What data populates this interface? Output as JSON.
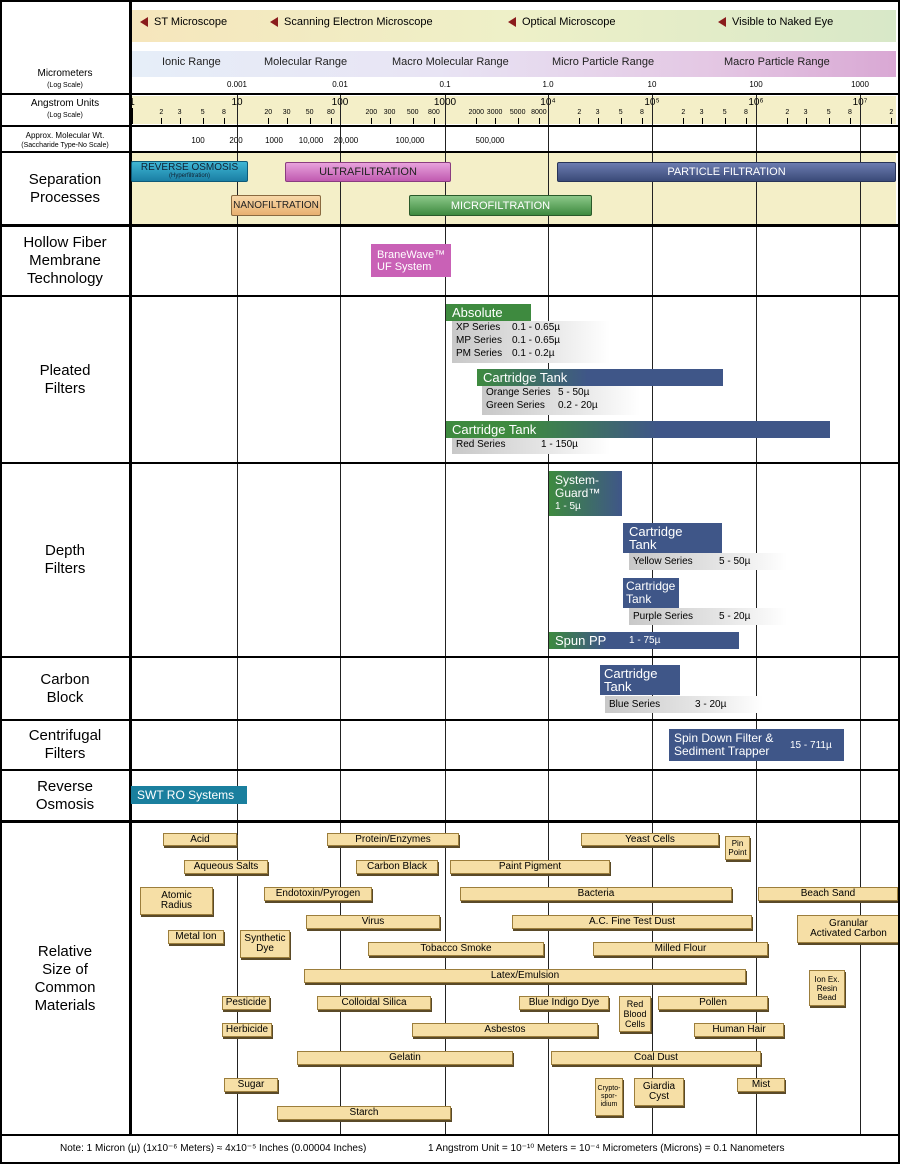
{
  "header": {
    "scopes": [
      "ST Microscope",
      "Scanning Electron Microscope",
      "Optical Microscope",
      "Visible to Naked Eye"
    ],
    "ranges": [
      "Ionic Range",
      "Molecular Range",
      "Macro Molecular Range",
      "Micro Particle Range",
      "Macro Particle Range"
    ],
    "micrometers_label": "Micrometers",
    "micrometers_scale": "(Log Scale)",
    "micrometer_ticks": [
      "0.001",
      "0.01",
      "0.1",
      "1.0",
      "10",
      "100",
      "1000"
    ],
    "angstrom_label": "Angstrom Units",
    "angstrom_scale": "(Log Scale)",
    "angstrom_major": [
      "1",
      "10",
      "100",
      "1000",
      "10⁴",
      "10⁵",
      "10⁶",
      "10⁷"
    ],
    "angstrom_minor_small": [
      "2",
      "3",
      "5",
      "8"
    ],
    "angstrom_minor_mid": [
      "20",
      "30",
      "50",
      "80"
    ],
    "angstrom_minor_hund": [
      "200",
      "300",
      "500",
      "800"
    ],
    "angstrom_minor_thou": [
      "2000",
      "3000",
      "5000",
      "8000"
    ],
    "angstrom_minor_big": [
      "2",
      "3",
      "5",
      "8"
    ],
    "mw_label": "Approx. Molecular Wt.",
    "mw_sub": "(Saccharide Type-No Scale)",
    "mw_values": [
      "100",
      "200",
      "1000",
      "10,000",
      "20,000",
      "100,000",
      "500,000"
    ]
  },
  "categories": {
    "separation": "Separation\nProcesses",
    "hollow_fiber": "Hollow Fiber\nMembrane\nTechnology",
    "pleated": "Pleated\nFilters",
    "depth": "Depth\nFilters",
    "carbon": "Carbon\nBlock",
    "centrifugal": "Centrifugal\nFilters",
    "ro": "Reverse\nOsmosis",
    "materials": "Relative\nSize of\nCommon\nMaterials"
  },
  "separation": {
    "reverse_osmosis": "REVERSE OSMOSIS",
    "hyperfiltration": "(Hyperfiltration)",
    "ultrafiltration": "ULTRAFILTRATION",
    "particle_filtration": "PARTICLE FILTRATION",
    "nanofiltration": "NANOFILTRATION",
    "microfiltration": "MICROFILTRATION"
  },
  "hollow_fiber": {
    "branewave": "BraneWave™\nUF System"
  },
  "pleated": {
    "absolute": "Absolute",
    "absolute_rows": [
      [
        "XP Series",
        "0.1 - 0.65µ"
      ],
      [
        "MP Series",
        "0.1 - 0.65µ"
      ],
      [
        "PM Series",
        "0.1 - 0.2µ"
      ]
    ],
    "cartridge_tank_1": "Cartridge Tank",
    "cartridge_rows_1": [
      [
        "Orange Series",
        "5 - 50µ"
      ],
      [
        "Green Series",
        "0.2 - 20µ"
      ]
    ],
    "cartridge_tank_2": "Cartridge Tank",
    "cartridge_rows_2": [
      [
        "Red Series",
        "1 - 150µ"
      ]
    ]
  },
  "depth": {
    "system_guard": "System-\nGuard™",
    "system_guard_range": "1 - 5µ",
    "cartridge_tank_yellow": "Cartridge\nTank",
    "yellow_series": "Yellow Series",
    "yellow_range": "5 - 50µ",
    "cartridge_tank_purple": "Cartridge\nTank",
    "purple_series": "Purple Series",
    "purple_range": "5 - 20µ",
    "spun_pp": "Spun PP",
    "spun_pp_range": "1 - 75µ"
  },
  "carbon": {
    "cartridge_tank": "Cartridge\nTank",
    "blue_series": "Blue Series",
    "blue_range": "3 - 20µ"
  },
  "centrifugal": {
    "spin_down": "Spin Down Filter &\nSediment Trapper",
    "spin_range": "15 - 711µ"
  },
  "ro": {
    "swt": "SWT RO Systems"
  },
  "materials": [
    "Acid",
    "Protein/Enzymes",
    "Yeast Cells",
    "Pin\nPoint",
    "Aqueous Salts",
    "Carbon Black",
    "Paint Pigment",
    "Atomic\nRadius",
    "Endotoxin/Pyrogen",
    "Bacteria",
    "Beach Sand",
    "Virus",
    "A.C. Fine Test Dust",
    "Granular\nActivated Carbon",
    "Metal Ion",
    "Synthetic\nDye",
    "Tobacco Smoke",
    "Milled Flour",
    "Latex/Emulsion",
    "Ion Ex.\nResin\nBead",
    "Pesticide",
    "Colloidal Silica",
    "Blue Indigo Dye",
    "Red\nBlood\nCells",
    "Pollen",
    "Herbicide",
    "Asbestos",
    "Human Hair",
    "Gelatin",
    "Coal Dust",
    "Sugar",
    "Crypto-\nspor-\nidium",
    "Giardia\nCyst",
    "Mist",
    "Starch"
  ],
  "footnote": {
    "left": "Note: 1 Micron (µ) (1x10⁻⁶ Meters) ≈ 4x10⁻⁵ Inches (0.00004 Inches)",
    "right": "1 Angstrom Unit = 10⁻¹⁰ Meters = 10⁻⁴ Micrometers (Microns) = 0.1 Nanometers"
  },
  "colors": {
    "cream": "#f4efc8",
    "ro_teal": "#1a8fae",
    "ultra_pink": "#c961b6",
    "particle_blue": "#3e4f7b",
    "nano_orange": "#f2c58a",
    "micro_green": "#49a24a",
    "absolute_green": "#3e8a3f",
    "tank_blue": "#3f5688",
    "material_tan": "#f6dfa6"
  }
}
